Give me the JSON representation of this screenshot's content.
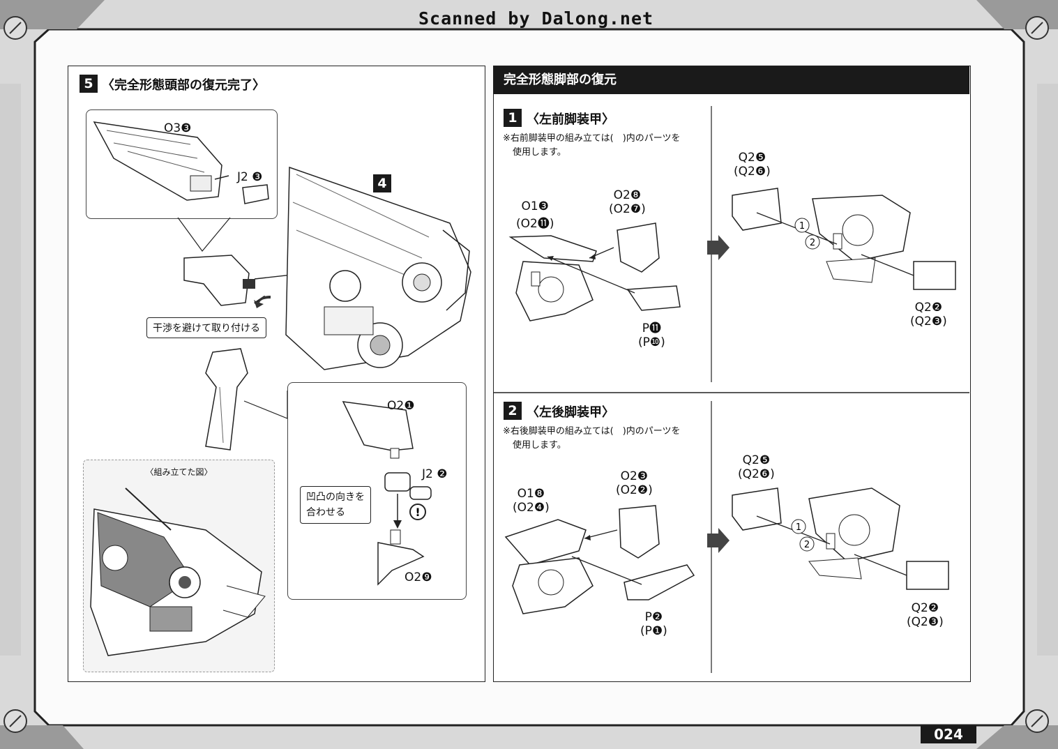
{
  "watermark": "Scanned by Dalong.net",
  "page_number": "024",
  "left_panel": {
    "step": "5",
    "title": "〈完全形態頭部の復元完了〉",
    "sub_step_badge": "4",
    "labels": {
      "o3": "O3❸",
      "j2_top": "J2 ❸",
      "o2_1": "O2❶",
      "j2_mid": "J2 ❷",
      "o2_9": "O2❾"
    },
    "callouts": {
      "avoid_interference": "干渉を避けて取り付ける",
      "align_line1": "凹凸の向きを",
      "align_line2": "合わせる"
    },
    "assembled_caption": "〈組み立てた図〉"
  },
  "right_panel": {
    "header": "完全形態脚部の復元",
    "step1": {
      "num": "1",
      "title": "〈左前脚装甲〉",
      "note_line1": "※右前脚装甲の組み立ては(　)内のパーツを",
      "note_line2": "使用します。",
      "labels": {
        "o1_a": "O1❸",
        "o1_b": "(O2⓫)",
        "o2_a": "O2❽",
        "o2_b": "(O2❼)",
        "p_a": "P⓫",
        "p_b": "(P❿)",
        "q2_top_a": "Q2❺",
        "q2_top_b": "(Q2❻)",
        "q2_bot_a": "Q2❷",
        "q2_bot_b": "(Q2❸)",
        "order1": "1",
        "order2": "2"
      }
    },
    "step2": {
      "num": "2",
      "title": "〈左後脚装甲〉",
      "note_line1": "※右後脚装甲の組み立ては(　)内のパーツを",
      "note_line2": "使用します。",
      "labels": {
        "o1_a": "O1❽",
        "o1_b": "(O2❹)",
        "o2_a": "O2❸",
        "o2_b": "(O2❷)",
        "p_a": "P❷",
        "p_b": "(P❶)",
        "q2_top_a": "Q2❺",
        "q2_top_b": "(Q2❻)",
        "q2_bot_a": "Q2❷",
        "q2_bot_b": "(Q2❸)",
        "order1": "1",
        "order2": "2"
      }
    }
  },
  "colors": {
    "ink": "#111111",
    "page": "#fbfbfb",
    "frame": "#d8d8d8",
    "dark": "#1a1a1a"
  }
}
